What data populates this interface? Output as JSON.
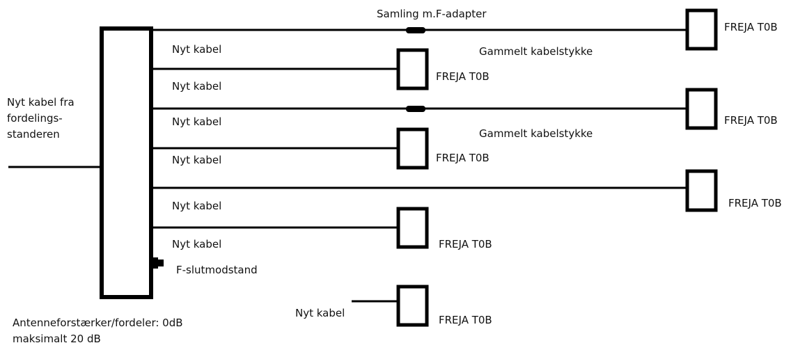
{
  "input_label": {
    "lines": [
      "Nyt kabel fra",
      "fordelings-",
      "standeren"
    ]
  },
  "amplifier_label": {
    "lines": [
      "Antenneforstærker/fordeler: 0dB",
      "maksimalt 20 dB"
    ]
  },
  "terminator_label": "F-slutmodstand",
  "splice_label": "Samling m.F-adapter",
  "old_cable_label_1": "Gammelt kabelstykke",
  "old_cable_label_2": "Gammelt kabelstykke",
  "cable_labels": [
    "Nyt kabel",
    "Nyt kabel",
    "Nyt kabel",
    "Nyt kabel",
    "Nyt kabel",
    "Nyt kabel",
    "Nyt kabel"
  ],
  "socket_labels": [
    "FREJA T0B",
    "FREJA T0B",
    "FREJA T0B",
    "FREJA T0B",
    "FREJA T0B",
    "FREJA T0B",
    "FREJA T0B"
  ]
}
